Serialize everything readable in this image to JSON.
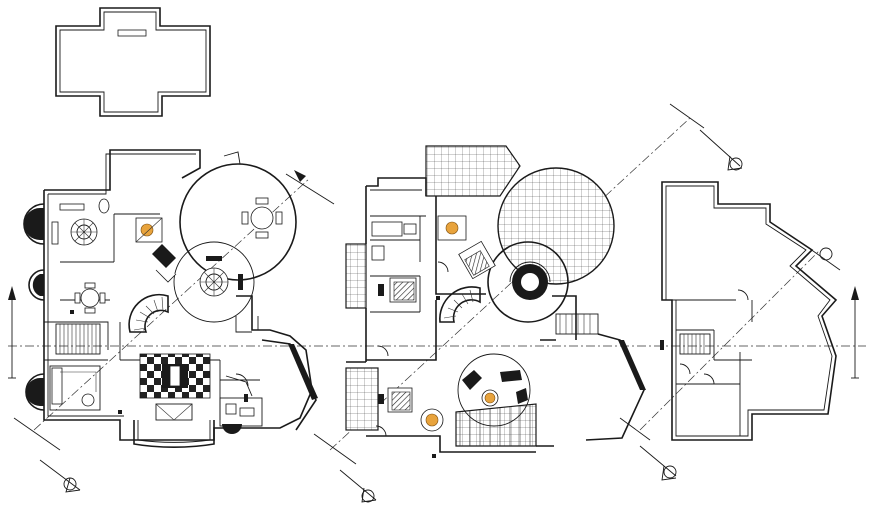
{
  "drawing": {
    "type": "architectural floor plans",
    "line_color": "#1a1a1a",
    "background": "#ffffff",
    "accent_color": "#e8a33c",
    "plans": [
      "roof-plan",
      "ground-floor-plan",
      "first-floor-plan",
      "second-floor-plan"
    ],
    "text_labels": []
  }
}
